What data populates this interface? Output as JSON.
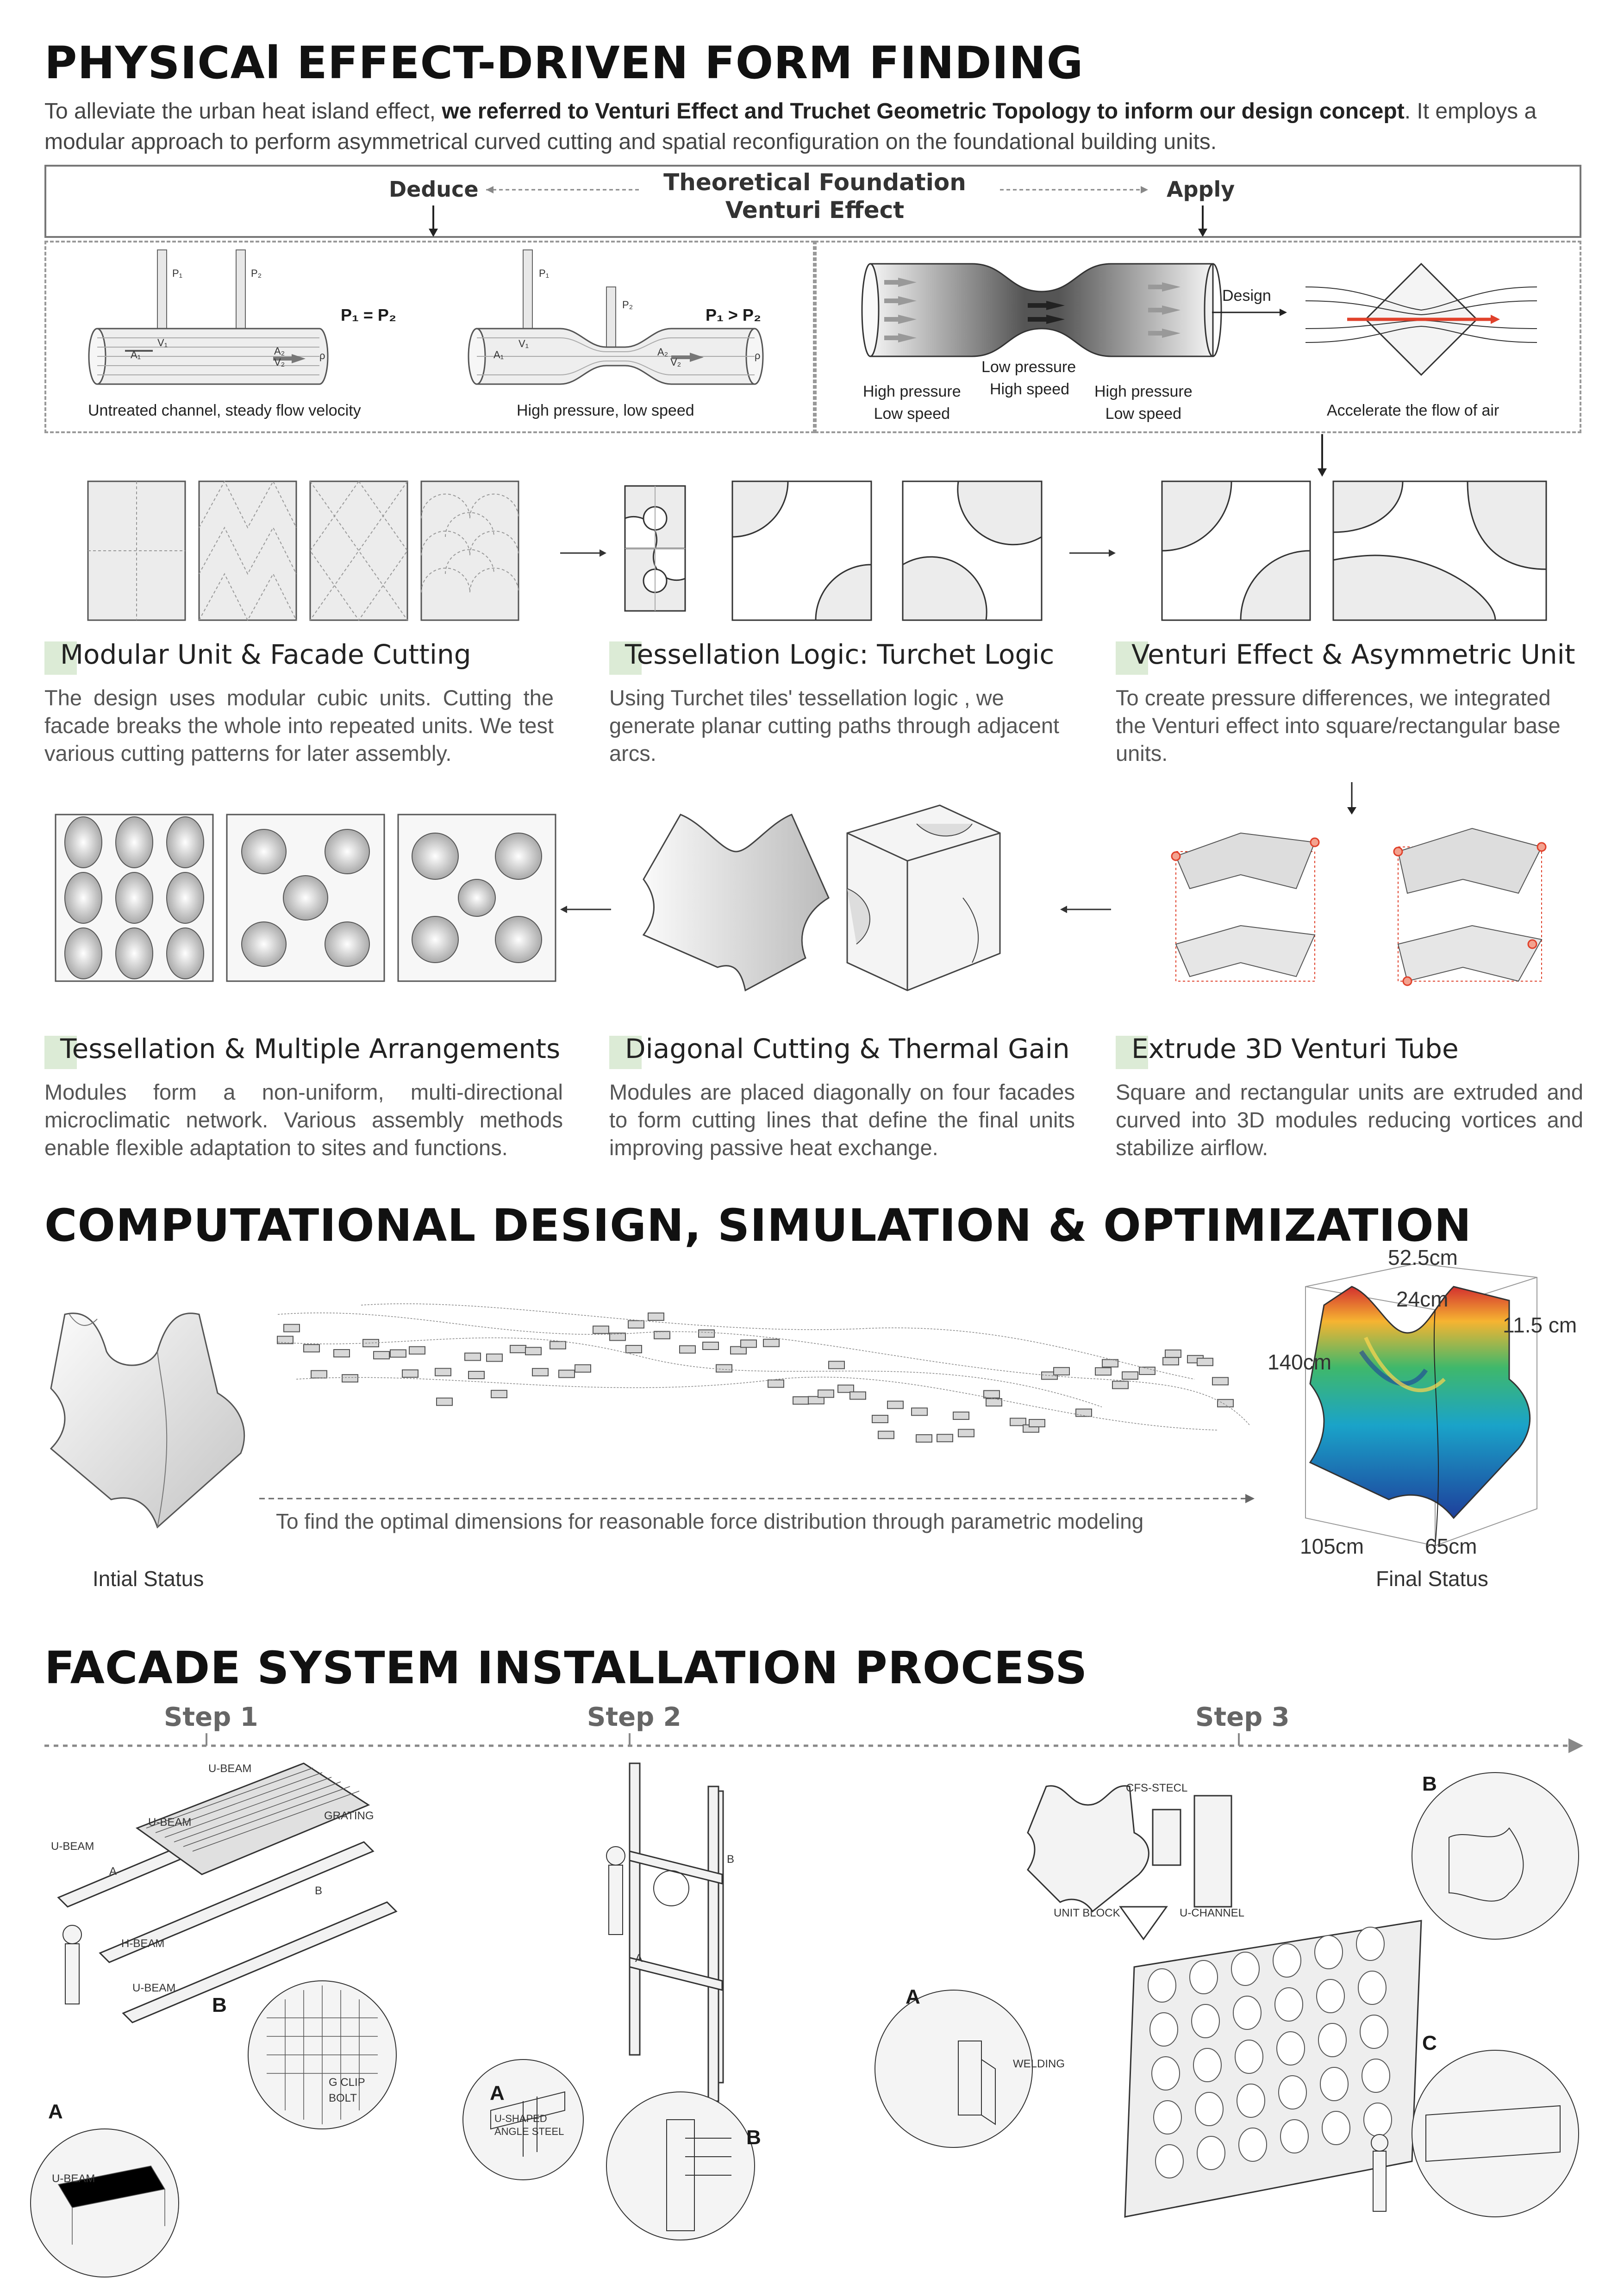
{
  "section1": {
    "title": "PHYSICAl EFFECT-DRIVEN FORM FINDING",
    "intro_part1": "To alleviate the urban heat island effect, ",
    "intro_bold": "we referred to Venturi Effect and Truchet Geometric Topology to inform our design concept",
    "intro_part2": ". It employs a modular approach to perform asymmetrical curved cutting and spatial reconfiguration on the foundational building units.",
    "foundation": {
      "title_line1": "Theoretical Foundation",
      "title_line2": "Venturi Effect",
      "deduce": "Deduce",
      "apply": "Apply",
      "diagram1_caption": "Untreated channel, steady flow velocity",
      "diagram1_eq": "P₁ = P₂",
      "diagram2_caption": "High pressure, low speed",
      "diagram2_eq": "P₁ > P₂",
      "tube_low": "Low pressure",
      "tube_high_speed": "High speed",
      "tube_left_line1": "High pressure",
      "tube_left_line2": "Low speed",
      "tube_right_line1": "High pressure",
      "tube_right_line2": "Low speed",
      "design_label": "Design",
      "accelerate_caption": "Accelerate the flow of air",
      "labels": {
        "p1": "P₁",
        "p2": "P₂",
        "a1": "A₁",
        "a2": "A₂",
        "v1": "V₁",
        "v2": "V₂",
        "rho": "ρ"
      }
    },
    "steps": [
      {
        "title": "Modular Unit & Facade Cutting",
        "text": "The design uses modular cubic units. Cutting the facade breaks the whole into repeated units. We test various cutting patterns for later assembly."
      },
      {
        "title": "Tessellation Logic: Turchet Logic",
        "text": "Using Turchet tiles' tessellation logic , we generate planar cutting paths through adjacent arcs."
      },
      {
        "title": "Venturi Effect & Asymmetric Unit",
        "text": "To create pressure differences, we integrated the Venturi effect into square/rectangular base units."
      },
      {
        "title": "Tessellation & Multiple Arrangements",
        "text": "Modules form a non-uniform, multi-directional microclimatic network. Various assembly methods enable flexible adaptation to sites and functions."
      },
      {
        "title": "Diagonal Cutting & Thermal Gain",
        "text": "Modules are placed diagonally on four facades to form cutting lines that define the final units improving passive heat exchange."
      },
      {
        "title": "Extrude 3D Venturi Tube",
        "text": "Square and rectangular units are extruded and curved into 3D modules reducing vortices and stabilize airflow."
      }
    ]
  },
  "section2": {
    "title": "COMPUTATIONAL DESIGN, SIMULATION & OPTIMIZATION",
    "initial_label": "Intial Status",
    "final_label": "Final Status",
    "caption": "To find the optimal dimensions for reasonable force distribution through parametric modeling",
    "dims": {
      "top": "52.5cm",
      "inner": "24cm",
      "side": "11.5 cm",
      "height": "140cm",
      "width": "105cm",
      "depth": "65cm"
    }
  },
  "section3": {
    "title": "FACADE SYSTEM INSTALLATION PROCESS",
    "steps": [
      "Step 1",
      "Step 2",
      "Step 3"
    ],
    "step1_labels": {
      "ubeam1": "U-BEAM",
      "ubeam2": "U-BEAM",
      "ubeam3": "U-BEAM",
      "ubeam4": "U-BEAM",
      "grating": "GRATING",
      "hbeam": "H-BEAM",
      "a": "A",
      "b": "B",
      "detail_a": "A",
      "detail_b": "B",
      "gclip": "G CLIP",
      "bolt": "BOLT",
      "detail_ubeam": "U-BEAM"
    },
    "step2_labels": {
      "a": "A",
      "b": "B",
      "detail_a": "A",
      "detail_b": "B",
      "angle_steel_line1": "U-SHAPED",
      "angle_steel_line2": "ANGLE STEEL"
    },
    "step3_labels": {
      "cfs": "CFS-STECL",
      "unit_block": "UNIT BLOCK",
      "u_channel": "U-CHANNEL",
      "welding": "WELDING",
      "detail_a": "A",
      "detail_b": "B",
      "detail_c": "C"
    }
  },
  "colors": {
    "accent_green": "#dcebd6",
    "red_arrow": "#e0412b",
    "dark_text": "#111111",
    "body_text": "#555555",
    "frame_gray": "#777777"
  }
}
